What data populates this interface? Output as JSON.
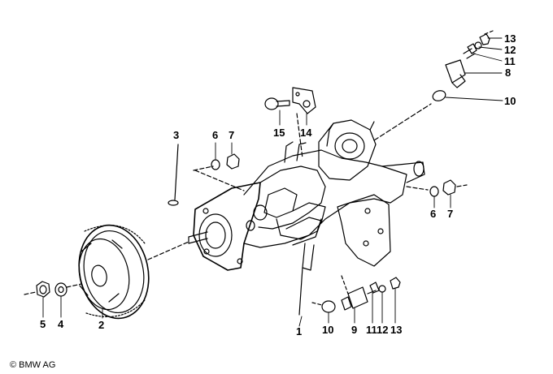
{
  "callouts": [
    {
      "id": "c1",
      "text": "1"
    },
    {
      "id": "c2",
      "text": "2"
    },
    {
      "id": "c3",
      "text": "3"
    },
    {
      "id": "c4",
      "text": "4"
    },
    {
      "id": "c5",
      "text": "5"
    },
    {
      "id": "c6a",
      "text": "6"
    },
    {
      "id": "c6b",
      "text": "6"
    },
    {
      "id": "c7a",
      "text": "7"
    },
    {
      "id": "c7b",
      "text": "7"
    },
    {
      "id": "c8",
      "text": "8"
    },
    {
      "id": "c9",
      "text": "9"
    },
    {
      "id": "c10a",
      "text": "10"
    },
    {
      "id": "c10b",
      "text": "10"
    },
    {
      "id": "c11a",
      "text": "11"
    },
    {
      "id": "c11b",
      "text": "11"
    },
    {
      "id": "c12a",
      "text": "12"
    },
    {
      "id": "c12b",
      "text": "12"
    },
    {
      "id": "c13a",
      "text": "13"
    },
    {
      "id": "c13b",
      "text": "13"
    },
    {
      "id": "c14",
      "text": "14"
    },
    {
      "id": "c15",
      "text": "15"
    }
  ],
  "copyright": "© BMW AG",
  "colors": {
    "ink": "#000000",
    "paper": "#ffffff"
  }
}
